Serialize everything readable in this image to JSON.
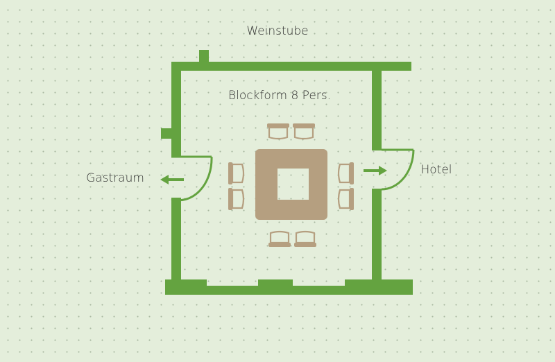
{
  "labels": {
    "weinstube": "Weinstube",
    "arrangement": "Blockform 8 Pers.",
    "gastraum": "Gastraum",
    "hotel": "Hotel"
  },
  "colors": {
    "wall": "#64a340",
    "furniture": "#b59f80",
    "background": "#e4eedb",
    "text": "#2e2e2e"
  },
  "icons": {
    "exit_left": "arrow-left-icon",
    "exit_right": "arrow-right-icon"
  }
}
